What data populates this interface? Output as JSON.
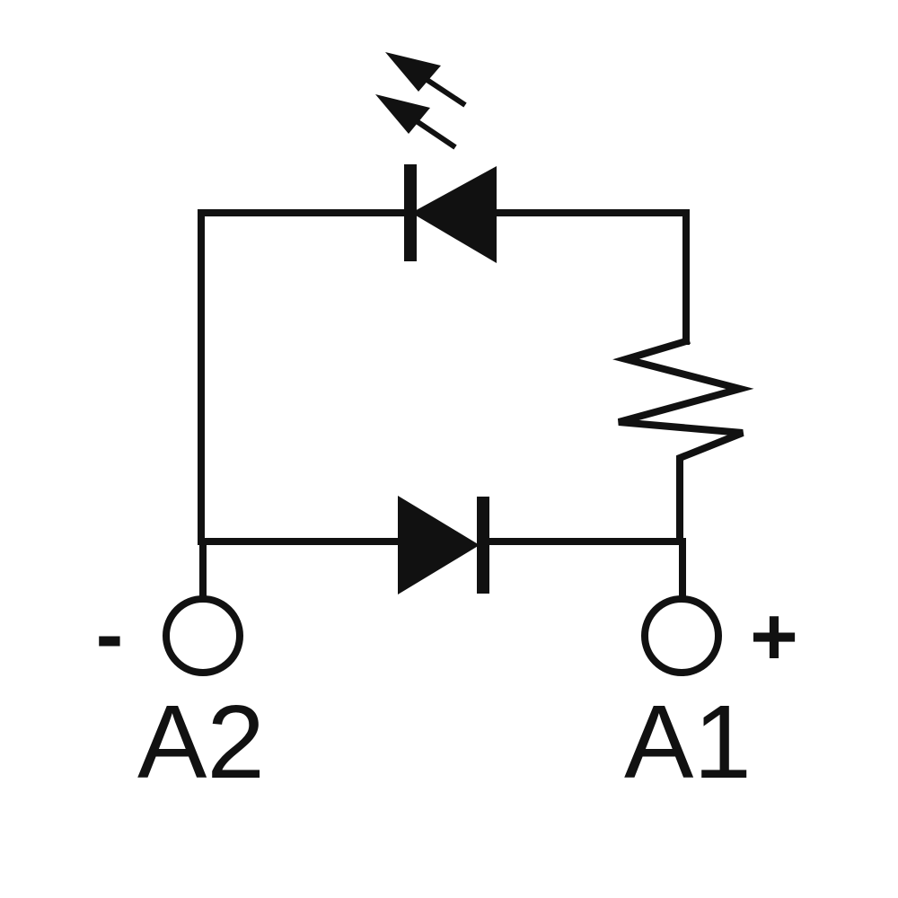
{
  "terminals": {
    "negative": {
      "label": "A2",
      "polarity": "-"
    },
    "positive": {
      "label": "A1",
      "polarity": "+"
    }
  },
  "components": [
    "led-indicator",
    "resistor",
    "protection-diode"
  ],
  "colors": {
    "line": "#111111",
    "background": "#ffffff"
  }
}
